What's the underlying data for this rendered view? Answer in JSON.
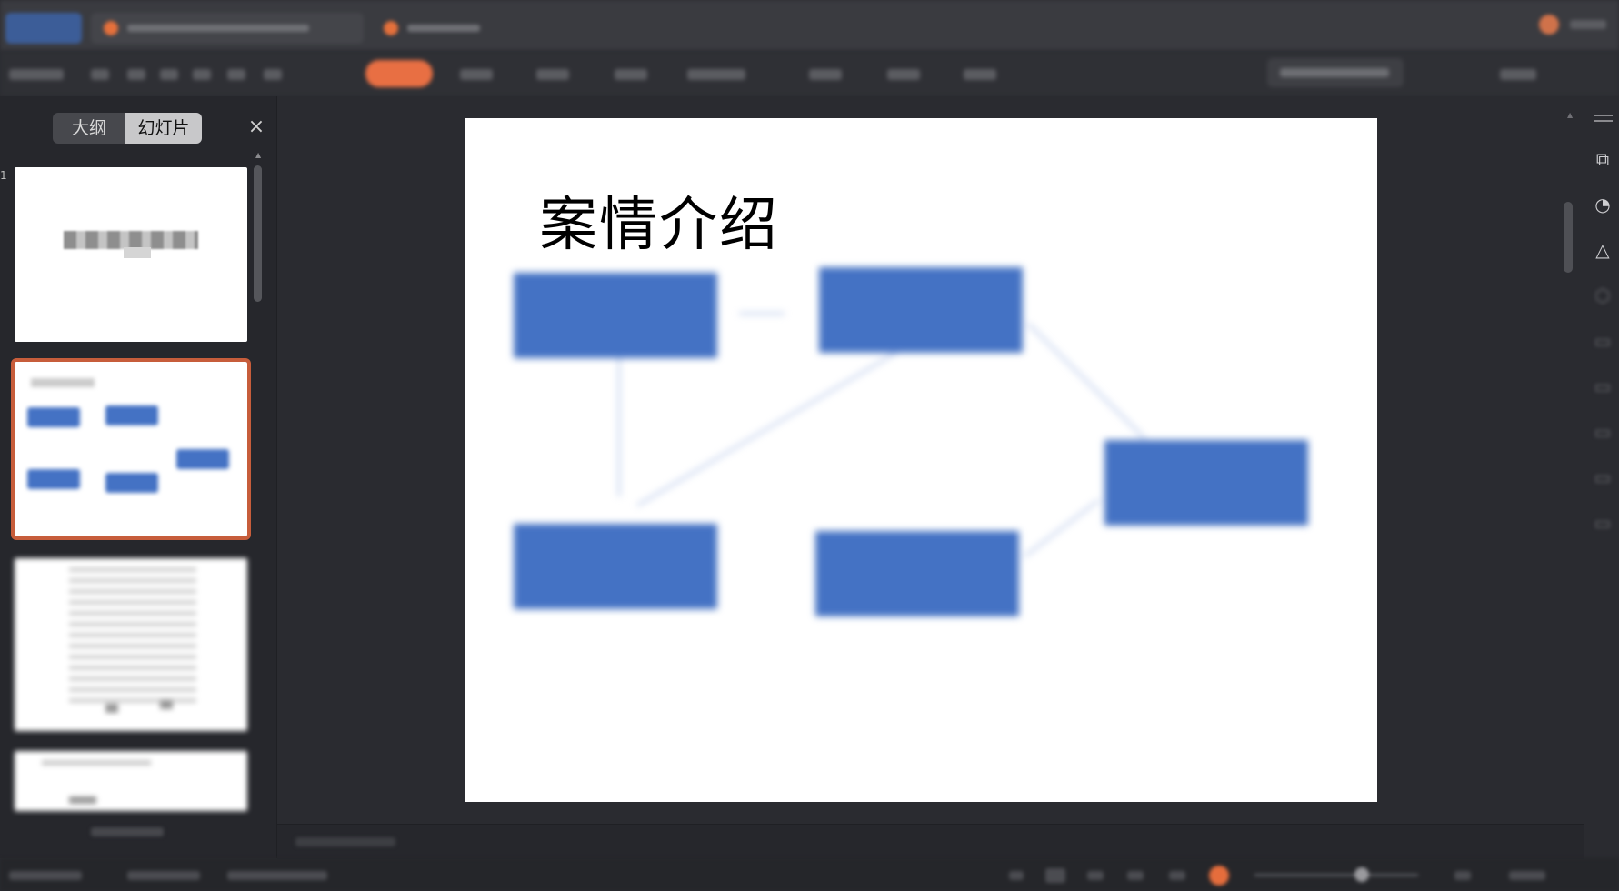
{
  "outline_panel": {
    "tab_outline": "大纲",
    "tab_slides": "幻灯片",
    "close_symbol": "×",
    "slide_number": "1"
  },
  "slide": {
    "title": "案情介绍",
    "boxes": [
      {
        "line1": "",
        "line2": ""
      },
      {
        "line1": "",
        "line2": ""
      },
      {
        "line1": "",
        "line2": ""
      },
      {
        "line1": "",
        "line2": ""
      },
      {
        "line1": "",
        "line2": ""
      }
    ],
    "note": ""
  },
  "colors": {
    "accent": "#e86f43",
    "slide_box": "#4472c4",
    "selected_thumb_border": "#c75d3b",
    "app_bg": "#2a2b30"
  },
  "icons": {
    "right_panel": [
      "menu-icon",
      "convert-icon",
      "shape-icon",
      "text-style-icon",
      "hexagon-icon"
    ]
  }
}
